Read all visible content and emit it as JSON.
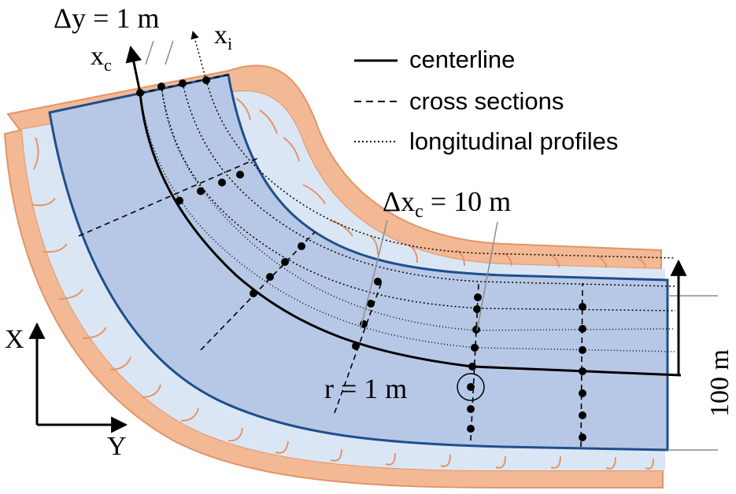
{
  "labels": {
    "delta_y": "Δy = 1 m",
    "xc_main": "x",
    "xc_sub": "c",
    "xi_main": "x",
    "xi_sub": "i",
    "delta_xc_pre": "Δx",
    "delta_xc_sub": "c",
    "delta_xc_post": " = 10 m",
    "radius": "r = 1 m",
    "width": "100 m",
    "axis_x": "X",
    "axis_y": "Y"
  },
  "legend": [
    {
      "style": "solid",
      "label": "centerline"
    },
    {
      "style": "dashed",
      "label": "cross sections"
    },
    {
      "style": "dotted",
      "label": "longitudinal profiles"
    }
  ],
  "colors": {
    "bank": "#f2b994",
    "bank_edge": "#e0956a",
    "floodplain": "#dbe6f4",
    "channel": "#b7c8e6",
    "channel_edge": "#1f4e8c",
    "ink": "#000000",
    "guide": "#8c8c8c"
  }
}
